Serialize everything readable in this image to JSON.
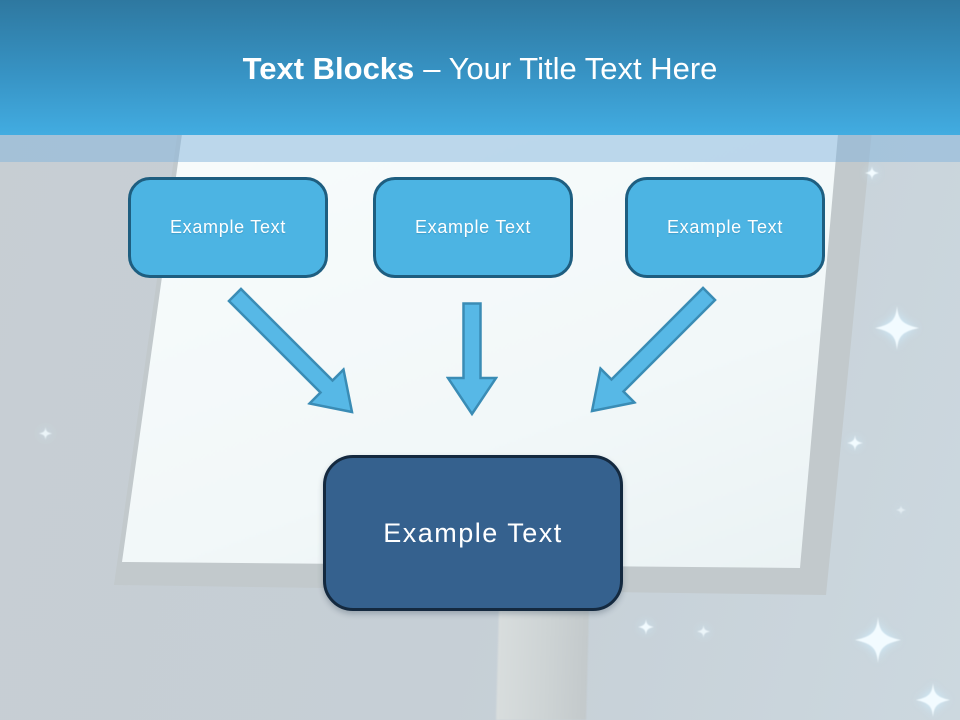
{
  "title": {
    "emphasis": "Text Blocks",
    "subtitle": "– Your Title Text Here"
  },
  "diagram": {
    "source_blocks": [
      {
        "label": "Example Text"
      },
      {
        "label": "Example Text"
      },
      {
        "label": "Example Text"
      }
    ],
    "target_block": {
      "label": "Example Text"
    },
    "arrows": [
      {
        "name": "arrow-down-right"
      },
      {
        "name": "arrow-down"
      },
      {
        "name": "arrow-down-left"
      }
    ]
  },
  "colors": {
    "header_gradient_top": "#2e78a0",
    "header_gradient_bottom": "#42ace1",
    "block_fill": "#4cb4e3",
    "block_border": "#1e5e80",
    "target_fill": "#35618e",
    "target_border": "#14293f",
    "arrow_fill": "#57b8e6",
    "arrow_stroke": "#3a8cb5",
    "title_text": "#ffffff",
    "block_text": "#ffffff"
  }
}
